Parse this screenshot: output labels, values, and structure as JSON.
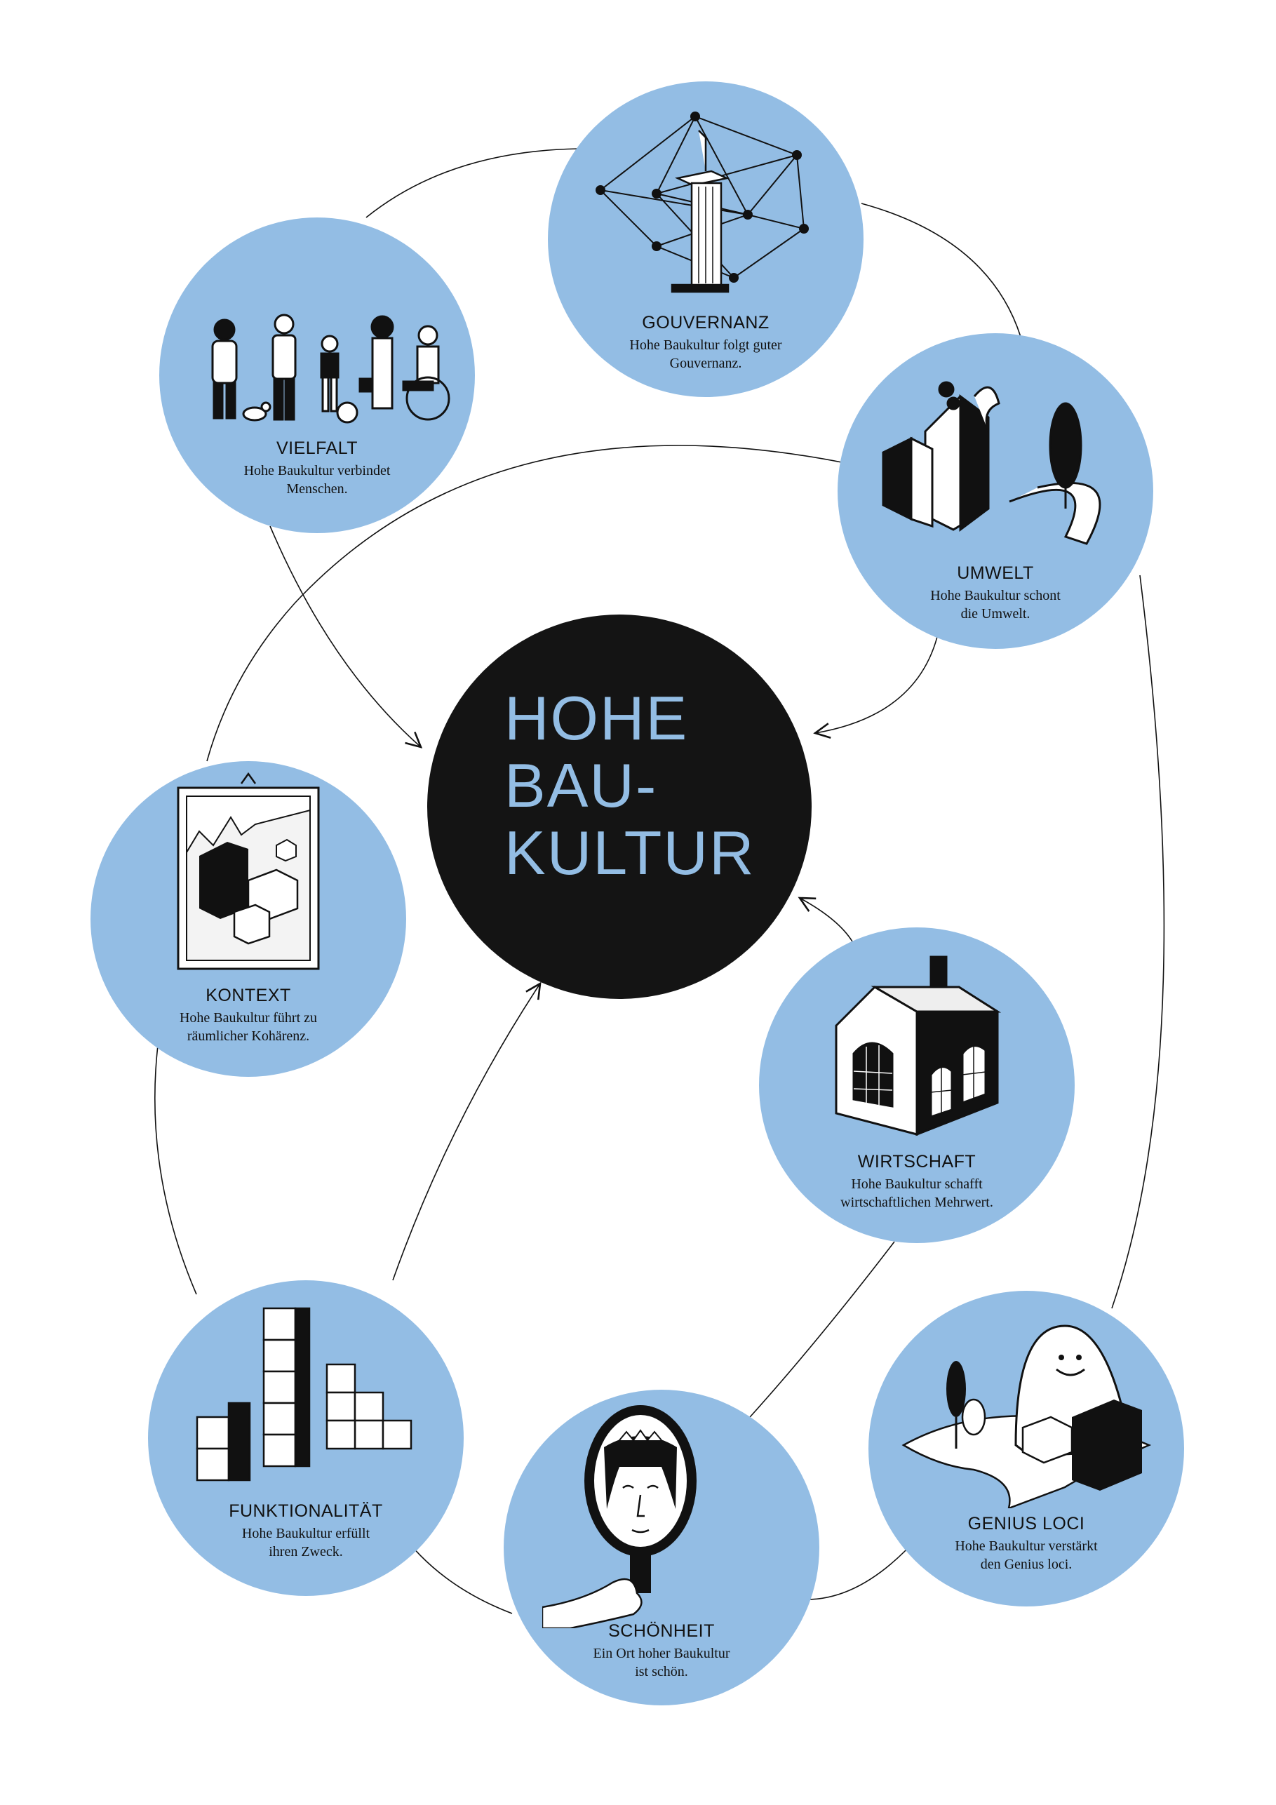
{
  "center": {
    "title": "HOHE\nBAU-\nKULTUR"
  },
  "nodes": [
    {
      "id": "vielfalt",
      "title": "VIELFALT",
      "text": "Hohe Baukultur verbindet\nMenschen.",
      "icon": "diverse-people-icon"
    },
    {
      "id": "gouvernanz",
      "title": "GOUVERNANZ",
      "text": "Hohe Baukultur folgt guter\nGouvernanz.",
      "icon": "network-podium-icon"
    },
    {
      "id": "umwelt",
      "title": "UMWELT",
      "text": "Hohe Baukultur schont\ndie Umwelt.",
      "icon": "green-building-icon"
    },
    {
      "id": "kontext",
      "title": "KONTEXT",
      "text": "Hohe Baukultur führt zu\nräumlicher Kohärenz.",
      "icon": "framed-landscape-icon"
    },
    {
      "id": "wirtschaft",
      "title": "WIRTSCHAFT",
      "text": "Hohe Baukultur schafft\nwirtschaftlichen Mehrwert.",
      "icon": "factory-icon"
    },
    {
      "id": "funktionalitaet",
      "title": "FUNKTIONALITÄT",
      "text": "Hohe Baukultur erfüllt\nihren Zweck.",
      "icon": "building-blocks-icon"
    },
    {
      "id": "schoenheit",
      "title": "SCHÖNHEIT",
      "text": "Ein Ort hoher Baukultur\nist schön.",
      "icon": "hand-mirror-icon"
    },
    {
      "id": "genius_loci",
      "title": "GENIUS LOCI",
      "text": "Hohe Baukultur verstärkt\nden Genius loci.",
      "icon": "friendly-ghost-icon"
    }
  ],
  "colors": {
    "bubble": "#93bde4",
    "center": "#141414",
    "title_text": "#93bde4",
    "ink": "#111111"
  }
}
